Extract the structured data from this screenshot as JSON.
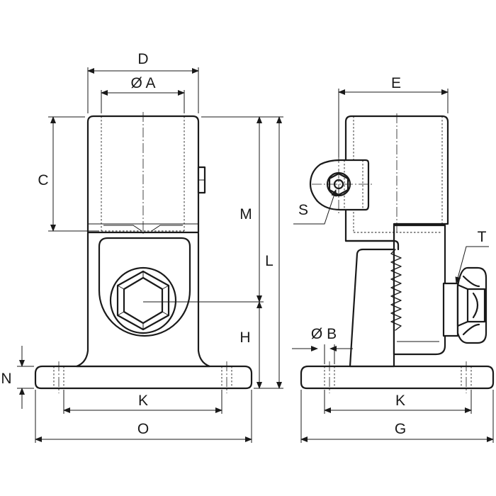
{
  "labels": {
    "D": "D",
    "A": "Ø A",
    "C": "C",
    "M": "M",
    "L": "L",
    "H": "H",
    "N": "N",
    "K_front": "K",
    "O": "O",
    "E": "E",
    "S": "S",
    "T": "T",
    "B": "Ø B",
    "K_side": "K",
    "G": "G"
  }
}
